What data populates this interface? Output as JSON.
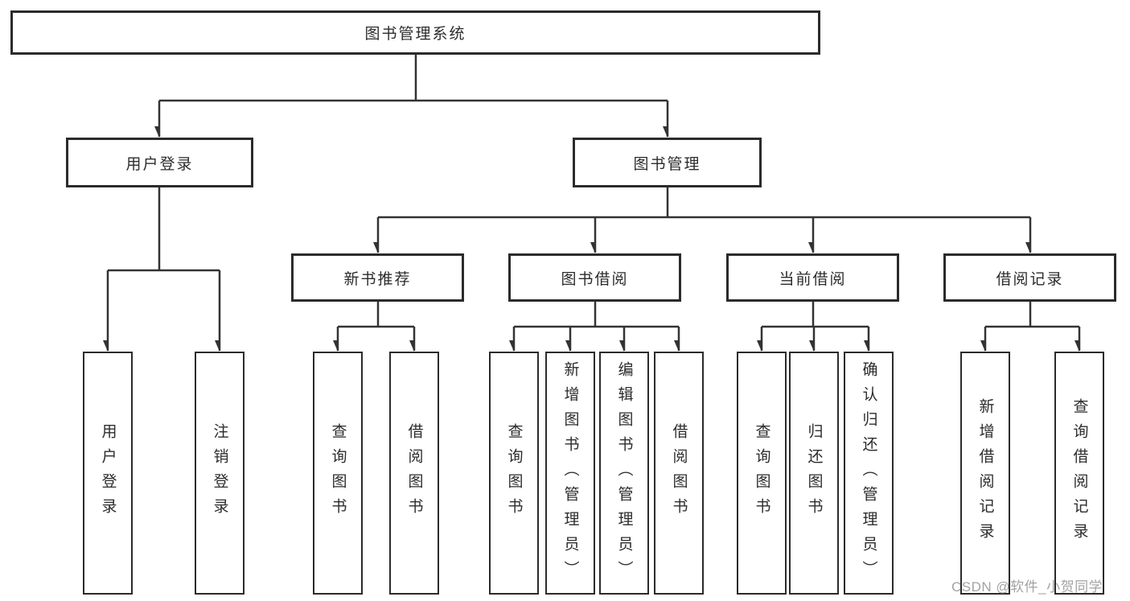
{
  "diagram": {
    "type": "hierarchy-tree",
    "tree": {
      "root": "图书管理系统",
      "branches": [
        {
          "label": "用户登录",
          "children": [
            "用户登录",
            "注销登录"
          ]
        },
        {
          "label": "图书管理",
          "children": [
            {
              "label": "新书推荐",
              "children": [
                "查询图书",
                "借阅图书"
              ]
            },
            {
              "label": "图书借阅",
              "children": [
                "查询图书",
                "新增图书（管理员）",
                "编辑图书（管理员）",
                "借阅图书"
              ]
            },
            {
              "label": "当前借阅",
              "children": [
                "查询图书",
                "归还图书",
                "确认归还（管理员）"
              ]
            },
            {
              "label": "借阅记录",
              "children": [
                "新增借阅记录",
                "查询借阅记录"
              ]
            }
          ]
        }
      ]
    },
    "colors": {
      "line": "#333333",
      "box_border": "#2b2b2b",
      "text": "#2c2c2c",
      "watermark": "#9b9b9b",
      "background": "#ffffff"
    },
    "watermark": "CSDN @软件_小贺同学"
  }
}
